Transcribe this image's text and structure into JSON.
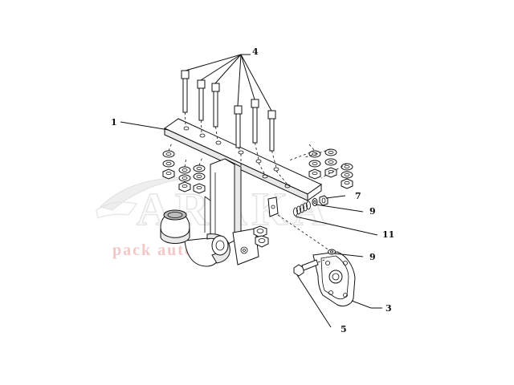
{
  "watermark": {
    "brand": "ARAKA",
    "caption": "pack auto"
  },
  "labels": {
    "l1": "1",
    "l3": "3",
    "l4": "4",
    "l5": "5",
    "l7": "7",
    "l9a": "9",
    "l9b": "9",
    "l11": "11"
  }
}
